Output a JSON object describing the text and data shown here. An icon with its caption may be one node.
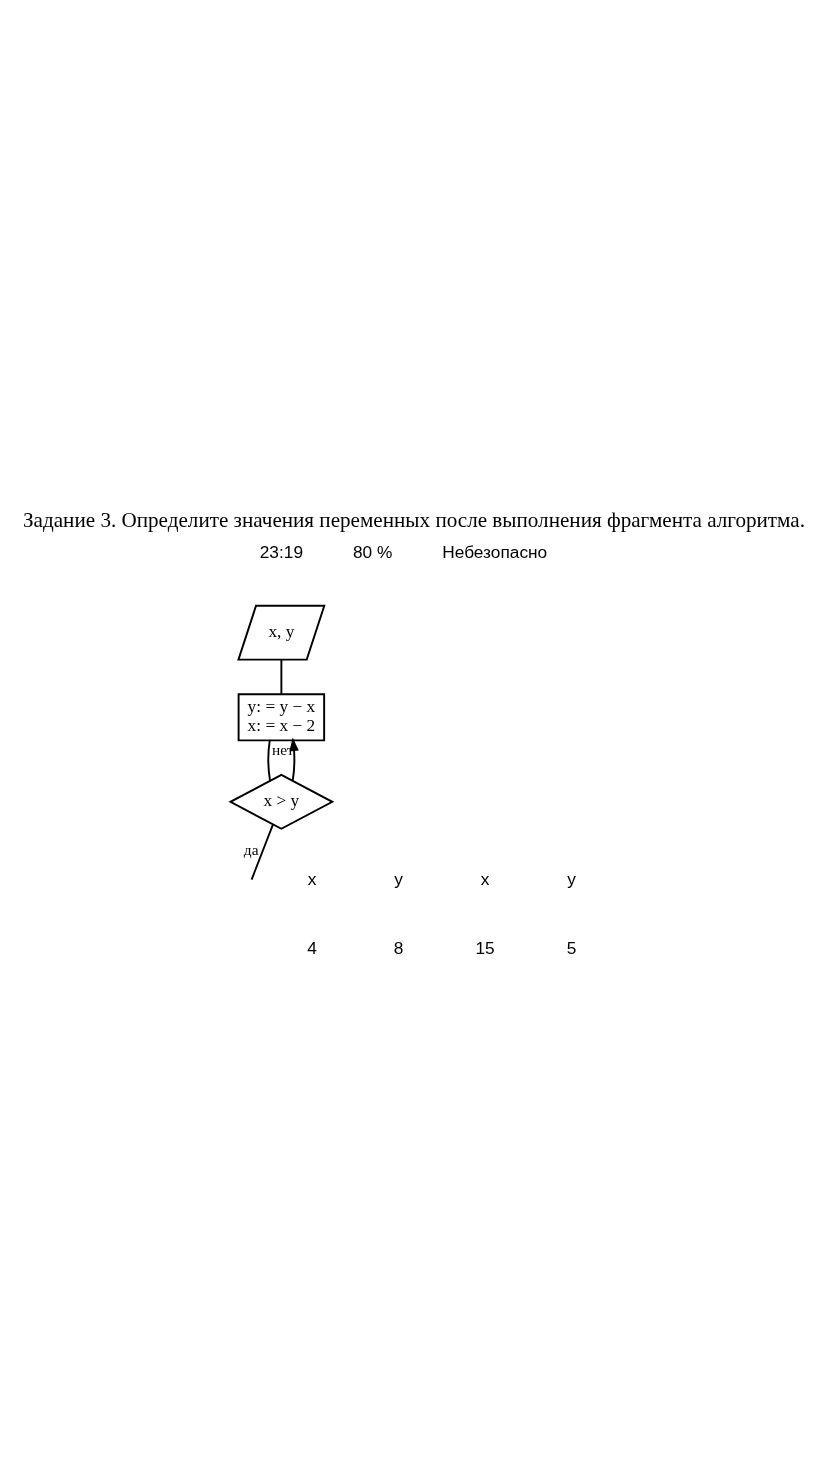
{
  "diagram": {
    "title": "Задание 3. Определите значения переменных после выполнения фрагмента алгоритма.",
    "nodes": [
      {
        "text": [
          "x, y"
        ]
      },
      {
        "text": [
          "y: = y − x",
          "x: = x − 2"
        ]
      },
      {
        "text": [
          "x > y"
        ]
      }
    ],
    "edges": [
      {
        "from": 0,
        "to": 1,
        "arrow": "none"
      },
      {
        "from": 1,
        "to": 2,
        "arrow": "none"
      },
      {
        "from": 2,
        "to": 1,
        "arrow": "to",
        "label": "нет"
      },
      {
        "from": 2,
        "to": null,
        "arrow": "none",
        "label": "да"
      }
    ],
    "labels": [
      "23:19",
      "80 %",
      "Небезопасно",
      "x",
      "y",
      "x",
      "y",
      "4",
      "8",
      "15",
      "5"
    ]
  }
}
